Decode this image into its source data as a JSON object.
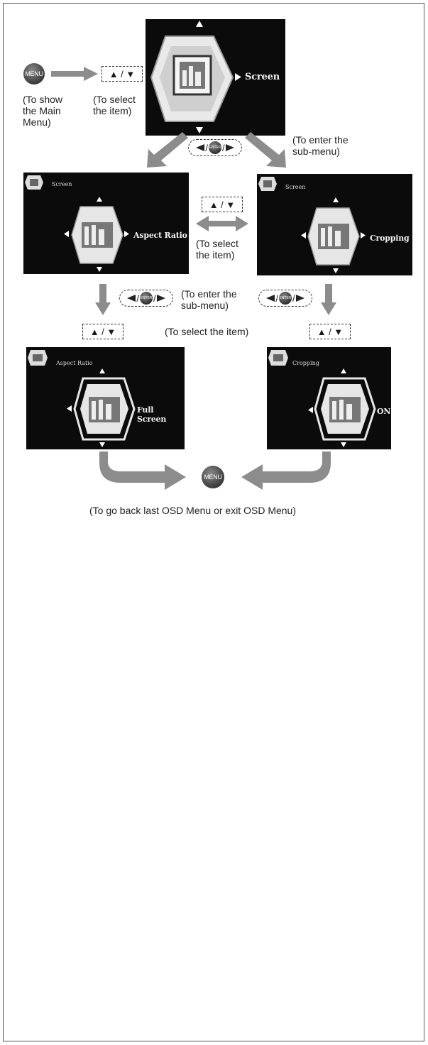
{
  "buttons": {
    "menu": "MENU",
    "enter": "ENTER",
    "up_down": "▲ / ▼",
    "slash": "/"
  },
  "top": {
    "osd_label": "Screen",
    "note_show_main": "(To show\nthe Main\nMenu)",
    "note_select_item": "(To select\nthe item)",
    "note_enter_sub": "(To enter the\nsub-menu)"
  },
  "middle": {
    "left_osd_header": "Screen",
    "left_osd_label": "Aspect Ratio",
    "right_osd_header": "Screen",
    "right_osd_label": "Cropping",
    "note_select_item": "(To select\nthe item)"
  },
  "lower": {
    "note_enter_sub": "(To enter the\nsub-menu)",
    "note_select_item": "(To select the item)",
    "left_osd_header": "Aspect Ratio",
    "left_osd_label": "Full Screen",
    "right_osd_header": "Cropping",
    "right_osd_label": "ON"
  },
  "bottom": {
    "note_back_exit": "(To go back last OSD Menu or exit OSD Menu)"
  },
  "colors": {
    "arrow": "#8c8c8c",
    "osd_bg": "#0b0b0b",
    "osd_text": "#f2f2f2"
  }
}
